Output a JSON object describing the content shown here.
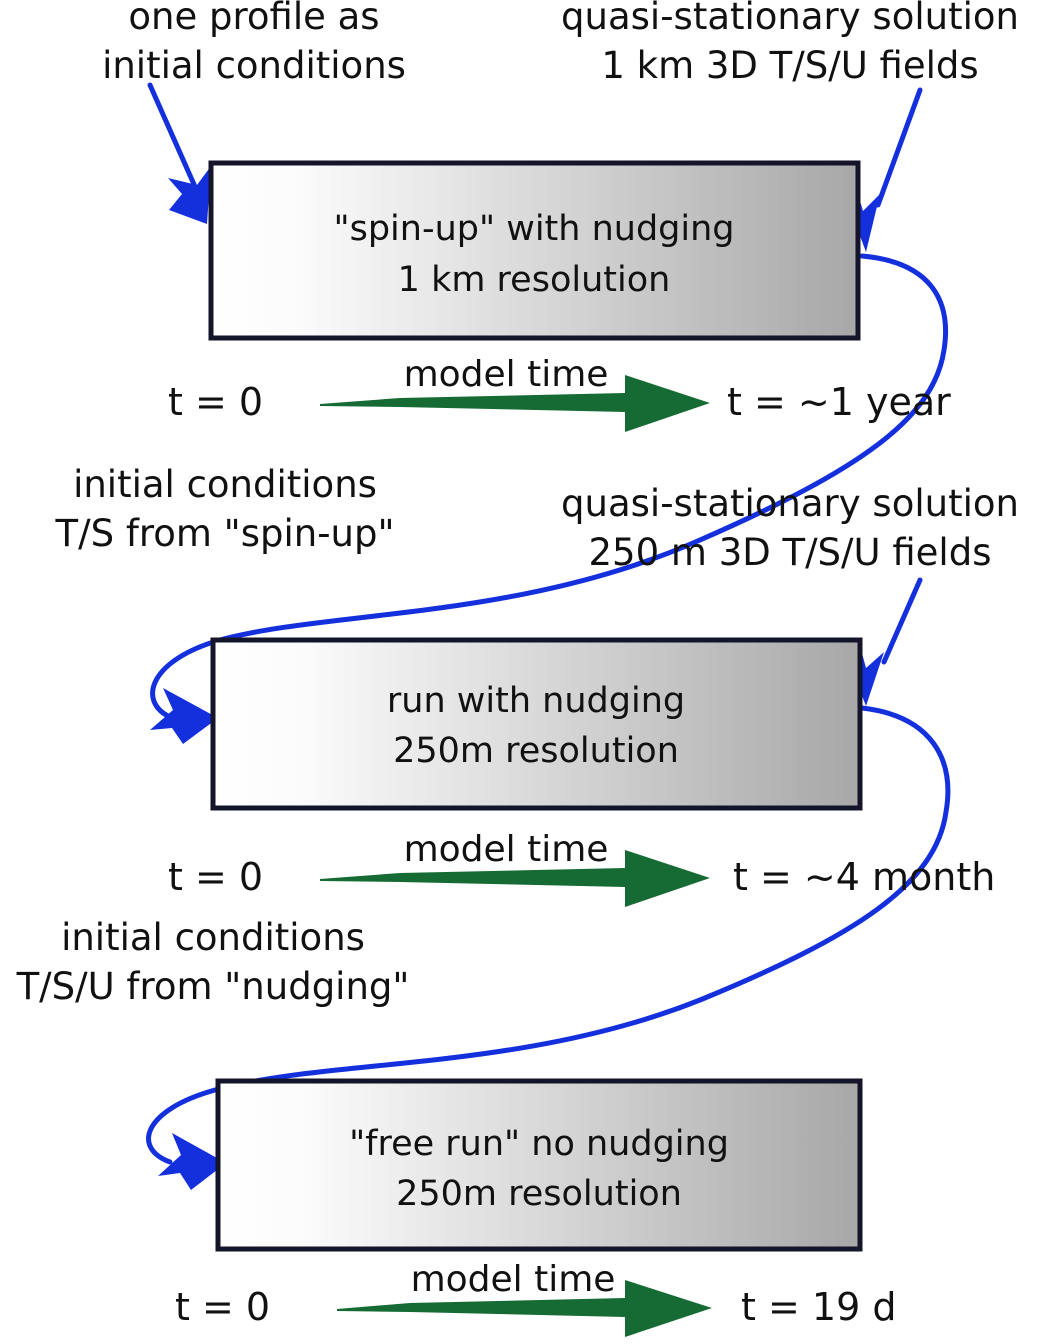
{
  "diagram": {
    "title": "Model run workflow: spin-up, nudging run, free run",
    "colors": {
      "arrow_blue": "#1430dd",
      "arrow_green": "#156b33",
      "box_border": "#14142b",
      "box_gradient_start": "#ffffff",
      "box_gradient_end": "#a9a9a9",
      "text": "#111111",
      "background": "#ffffff"
    },
    "stages": [
      {
        "id": "spin-up",
        "line1": "\"spin-up\" with nudging",
        "line2": "1 km resolution",
        "inputs": [
          {
            "id": "profile-ic",
            "line1": "one profile as",
            "line2": "initial conditions"
          },
          {
            "id": "qss-1km",
            "line1": "quasi-stationary solution",
            "line2": "1 km 3D T/S/U fields"
          }
        ],
        "timeline": {
          "start_label": "t = 0",
          "arrow_label": "model time",
          "end_label": "t = ~1 year"
        }
      },
      {
        "id": "nudging-run",
        "line1": "run with nudging",
        "line2": "250m resolution",
        "inputs": [
          {
            "id": "ic-ts-spinup",
            "line1": "initial conditions",
            "line2": "T/S from \"spin-up\""
          },
          {
            "id": "qss-250m",
            "line1": "quasi-stationary solution",
            "line2": "250 m 3D T/S/U fields"
          }
        ],
        "timeline": {
          "start_label": "t = 0",
          "arrow_label": "model time",
          "end_label": "t = ~4 month"
        }
      },
      {
        "id": "free-run",
        "line1": "\"free run\" no nudging",
        "line2": "250m resolution",
        "inputs": [
          {
            "id": "ic-tsu-nudging",
            "line1": "initial conditions",
            "line2": "T/S/U from \"nudging\""
          }
        ],
        "timeline": {
          "start_label": "t = 0",
          "arrow_label": "model time",
          "end_label": "t = 19 d"
        }
      }
    ],
    "connectors": [
      {
        "id": "spinup-to-nudging",
        "kind": "s-curve-arrow",
        "from": "spin-up",
        "to": "nudging-run"
      },
      {
        "id": "nudging-to-freerun",
        "kind": "s-curve-arrow",
        "from": "nudging-run",
        "to": "free-run"
      }
    ]
  }
}
